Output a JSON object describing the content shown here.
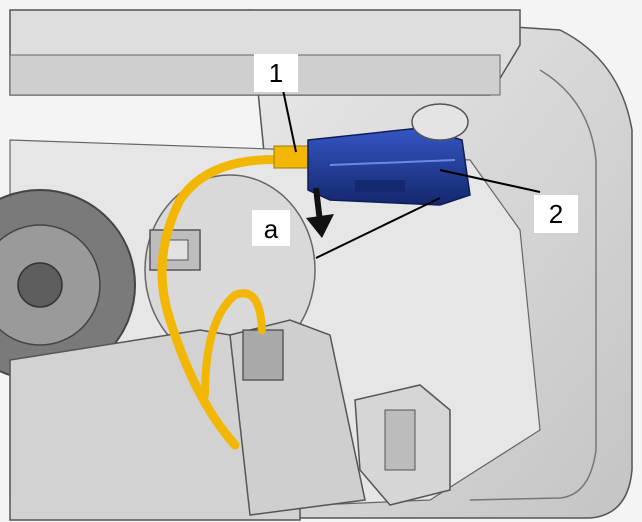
{
  "callouts": {
    "one": "1",
    "two": "2",
    "a": "a"
  },
  "colors": {
    "connector": "#1f3c9c",
    "connector_dark": "#14286e",
    "wire": "#f2b705",
    "background_light": "#f0f0f0",
    "background_mid": "#c8c8c8",
    "background_dark": "#6e6e6e",
    "leader_line": "#000000"
  },
  "icons": [
    "arrow-down-icon"
  ]
}
